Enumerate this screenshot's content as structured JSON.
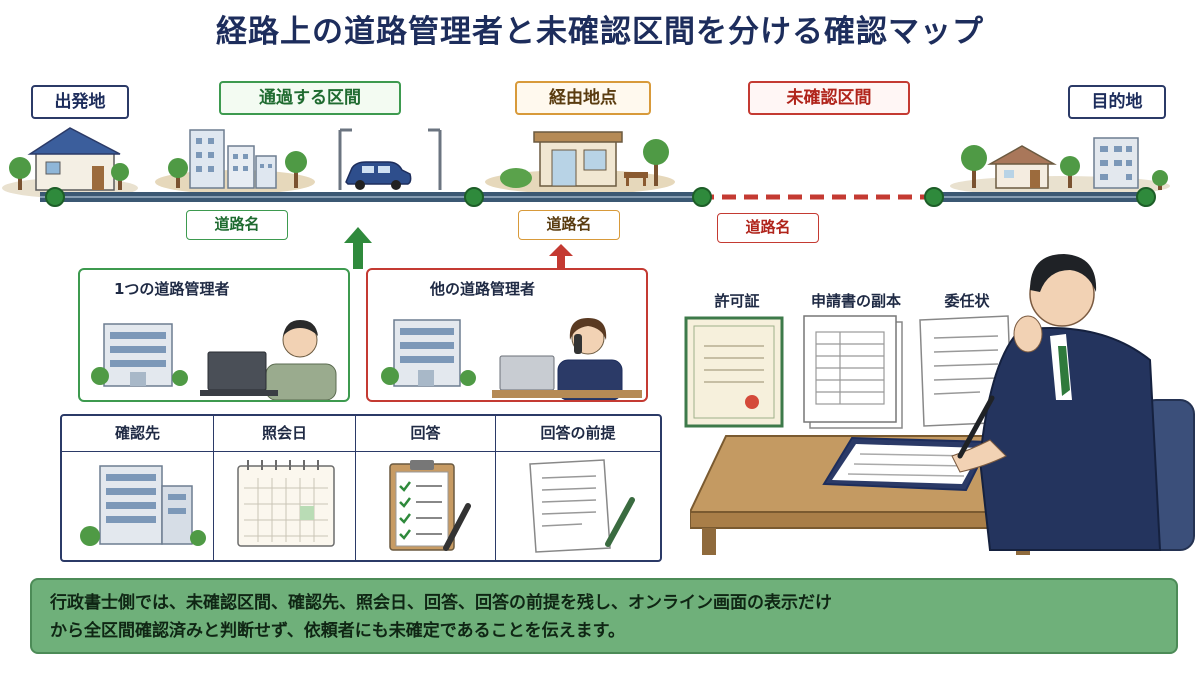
{
  "title": "経路上の道路管理者と未確認区間を分ける確認マップ",
  "route": {
    "origin": "出発地",
    "passing_section": "通過する区間",
    "waypoint": "経由地点",
    "unconfirmed_section": "未確認区間",
    "destination": "目的地",
    "road_name_1": "道路名",
    "road_name_2": "道路名",
    "road_name_3": "道路名"
  },
  "managers": {
    "single": "1つの道路管理者",
    "other": "他の道路管理者"
  },
  "record_table": {
    "columns": [
      "確認先",
      "照会日",
      "回答",
      "回答の前提"
    ]
  },
  "documents": {
    "permit": "許可証",
    "application_copy": "申請書の副本",
    "power_of_attorney": "委任状"
  },
  "note": {
    "line1": "行政書士側では、未確認区間、確認先、照会日、回答、回答の前提を残し、オンライン画面の表示だけ",
    "line2": "から全区間確認済みと判断せず、依頼者にも未確定であることを伝えます。"
  },
  "colors": {
    "navy": "#1d2d5c",
    "green": "#3d9a4f",
    "orange": "#d89a3a",
    "red": "#c43a32",
    "road": "#3b5873",
    "note_bg": "#6fb07a"
  }
}
